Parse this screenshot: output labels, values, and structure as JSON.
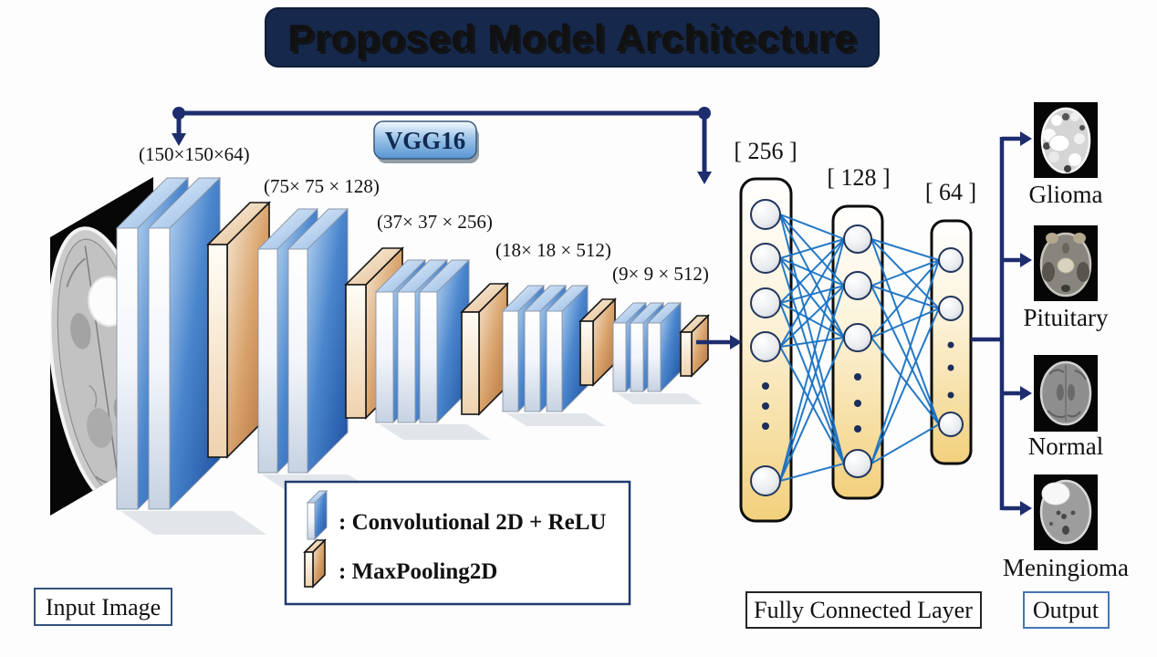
{
  "title": "Proposed Model Architecture",
  "vgg16": "VGG16",
  "conv_blocks": [
    {
      "dims": "(150×150×64)"
    },
    {
      "dims": "(75× 75 × 128)"
    },
    {
      "dims": "(37× 37 × 256)"
    },
    {
      "dims": "(18× 18 × 512)"
    },
    {
      "dims": "(9× 9 × 512)"
    }
  ],
  "fc_layers": [
    {
      "label": "[ 256 ]"
    },
    {
      "label": "[ 128 ]"
    },
    {
      "label": "[ 64 ]"
    }
  ],
  "outputs": [
    {
      "label": "Glioma"
    },
    {
      "label": "Pituitary"
    },
    {
      "label": "Normal"
    },
    {
      "label": "Meningioma"
    }
  ],
  "legend": {
    "conv_label": ": Convolutional 2D + ReLU",
    "pool_label": ": MaxPooling2D"
  },
  "captions": {
    "input": "Input Image",
    "fully_connected": "Fully Connected Layer",
    "output": "Output"
  },
  "colors": {
    "navy": "#1e2d6e",
    "title_bg": "#16294c",
    "conv_blue": "#2b66b4",
    "pool_orange": "#c07a45",
    "fc_yellow": "#f2d07c",
    "connection_blue": "#1a72c4"
  }
}
